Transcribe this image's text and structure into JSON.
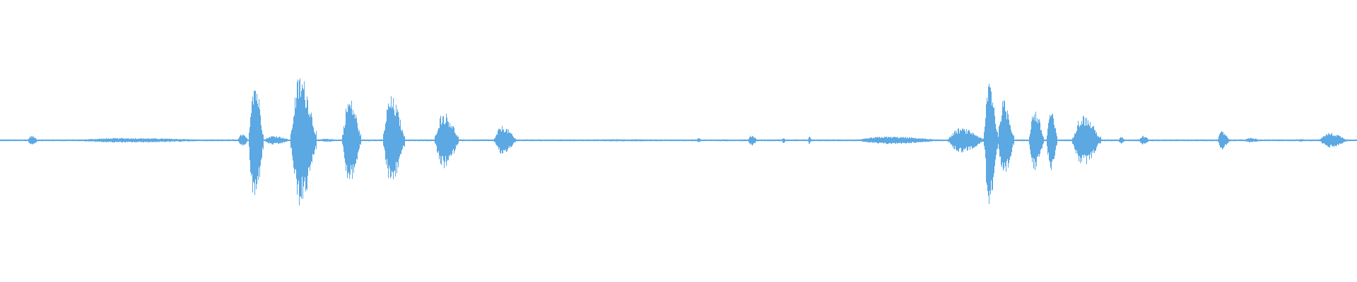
{
  "waveform": {
    "color": "#5ba8e3",
    "background": "#ffffff",
    "noise_floor": 0.012,
    "segments": [
      {
        "start": 0.02,
        "end": 0.028,
        "amp": 0.06
      },
      {
        "start": 0.05,
        "end": 0.165,
        "amp": 0.03
      },
      {
        "start": 0.175,
        "end": 0.183,
        "amp": 0.08
      },
      {
        "start": 0.183,
        "end": 0.194,
        "amp": 0.83
      },
      {
        "start": 0.194,
        "end": 0.214,
        "amp": 0.06
      },
      {
        "start": 0.214,
        "end": 0.233,
        "amp": 0.86
      },
      {
        "start": 0.233,
        "end": 0.252,
        "amp": 0.02
      },
      {
        "start": 0.252,
        "end": 0.266,
        "amp": 0.56
      },
      {
        "start": 0.282,
        "end": 0.298,
        "amp": 0.58
      },
      {
        "start": 0.32,
        "end": 0.338,
        "amp": 0.37
      },
      {
        "start": 0.364,
        "end": 0.38,
        "amp": 0.19
      },
      {
        "start": 0.42,
        "end": 0.52,
        "amp": 0.015
      },
      {
        "start": 0.513,
        "end": 0.517,
        "amp": 0.03
      },
      {
        "start": 0.551,
        "end": 0.558,
        "amp": 0.07
      },
      {
        "start": 0.576,
        "end": 0.579,
        "amp": 0.04
      },
      {
        "start": 0.595,
        "end": 0.598,
        "amp": 0.05
      },
      {
        "start": 0.63,
        "end": 0.695,
        "amp": 0.05
      },
      {
        "start": 0.698,
        "end": 0.725,
        "amp": 0.16
      },
      {
        "start": 0.725,
        "end": 0.735,
        "amp": 0.85
      },
      {
        "start": 0.735,
        "end": 0.747,
        "amp": 0.53
      },
      {
        "start": 0.758,
        "end": 0.769,
        "amp": 0.41
      },
      {
        "start": 0.771,
        "end": 0.779,
        "amp": 0.4
      },
      {
        "start": 0.79,
        "end": 0.811,
        "amp": 0.33
      },
      {
        "start": 0.824,
        "end": 0.829,
        "amp": 0.05
      },
      {
        "start": 0.839,
        "end": 0.847,
        "amp": 0.06
      },
      {
        "start": 0.897,
        "end": 0.906,
        "amp": 0.12
      },
      {
        "start": 0.916,
        "end": 0.93,
        "amp": 0.03
      },
      {
        "start": 0.956,
        "end": 0.962,
        "amp": 0.02
      },
      {
        "start": 0.972,
        "end": 0.993,
        "amp": 0.1
      }
    ]
  }
}
